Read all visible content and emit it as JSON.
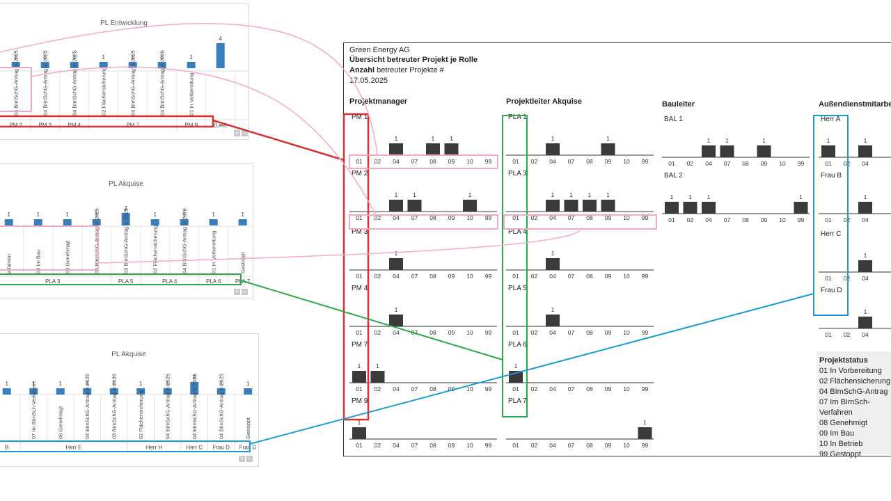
{
  "report": {
    "company": "Green Energy AG",
    "title": "Übersicht betreuter Projekt je Rolle",
    "subtitle_bold": "Anzahl",
    "subtitle_rest": "betreuter Projekte #",
    "date": "17.05.2025"
  },
  "status_codes": [
    "01",
    "02",
    "04",
    "07",
    "08",
    "09",
    "10",
    "99"
  ],
  "sections": [
    {
      "title": "Projektmanager",
      "key": "pm"
    },
    {
      "title": "Projektleiter Akquise",
      "key": "pla"
    },
    {
      "title": "Bauleiter",
      "key": "bal"
    },
    {
      "title": "Außendienstmitarbeiter",
      "key": "adm"
    }
  ],
  "legend": {
    "title": "Projektstatus",
    "items": [
      "01 In Vorbereitung",
      "02 Flächensicherung",
      "04 BImSchG-Antrag",
      "07 Im BImSch-Verfahren",
      "08 Genehmigt",
      "09 Im Bau",
      "10 In Betrieb",
      "99 Gestoppt"
    ]
  },
  "chart_data": [
    {
      "type": "bar",
      "section": "Projektmanager",
      "name": "PM 1",
      "categories": [
        "01",
        "02",
        "04",
        "07",
        "08",
        "09",
        "10",
        "99"
      ],
      "values": [
        0,
        0,
        1,
        0,
        1,
        1,
        0,
        0
      ]
    },
    {
      "type": "bar",
      "section": "Projektmanager",
      "name": "PM 2",
      "categories": [
        "01",
        "02",
        "04",
        "07",
        "08",
        "09",
        "10",
        "99"
      ],
      "values": [
        0,
        0,
        1,
        1,
        0,
        0,
        1,
        0
      ]
    },
    {
      "type": "bar",
      "section": "Projektmanager",
      "name": "PM 3",
      "categories": [
        "01",
        "02",
        "04",
        "07",
        "08",
        "09",
        "10",
        "99"
      ],
      "values": [
        0,
        0,
        1,
        0,
        0,
        0,
        0,
        0
      ]
    },
    {
      "type": "bar",
      "section": "Projektmanager",
      "name": "PM 4",
      "categories": [
        "01",
        "02",
        "04",
        "07",
        "08",
        "09",
        "10",
        "99"
      ],
      "values": [
        0,
        0,
        1,
        0,
        0,
        0,
        0,
        0
      ]
    },
    {
      "type": "bar",
      "section": "Projektmanager",
      "name": "PM 7",
      "categories": [
        "01",
        "02",
        "04",
        "07",
        "08",
        "09",
        "10",
        "99"
      ],
      "values": [
        1,
        1,
        0,
        0,
        0,
        0,
        0,
        0
      ]
    },
    {
      "type": "bar",
      "section": "Projektmanager",
      "name": "PM 9",
      "categories": [
        "01",
        "02",
        "04",
        "07",
        "08",
        "09",
        "10",
        "99"
      ],
      "values": [
        1,
        0,
        0,
        0,
        0,
        0,
        0,
        0
      ]
    },
    {
      "type": "bar",
      "section": "Projektleiter Akquise",
      "name": "PLA 1",
      "categories": [
        "01",
        "02",
        "04",
        "07",
        "08",
        "09",
        "10",
        "99"
      ],
      "values": [
        0,
        0,
        1,
        0,
        0,
        1,
        0,
        0
      ]
    },
    {
      "type": "bar",
      "section": "Projektleiter Akquise",
      "name": "PLA 3",
      "categories": [
        "01",
        "02",
        "04",
        "07",
        "08",
        "09",
        "10",
        "99"
      ],
      "values": [
        0,
        0,
        1,
        1,
        1,
        1,
        0,
        0
      ]
    },
    {
      "type": "bar",
      "section": "Projektleiter Akquise",
      "name": "PLA 4",
      "categories": [
        "01",
        "02",
        "04",
        "07",
        "08",
        "09",
        "10",
        "99"
      ],
      "values": [
        0,
        0,
        1,
        0,
        0,
        0,
        0,
        0
      ]
    },
    {
      "type": "bar",
      "section": "Projektleiter Akquise",
      "name": "PLA 5",
      "categories": [
        "01",
        "02",
        "04",
        "07",
        "08",
        "09",
        "10",
        "99"
      ],
      "values": [
        0,
        0,
        1,
        0,
        0,
        0,
        0,
        0
      ]
    },
    {
      "type": "bar",
      "section": "Projektleiter Akquise",
      "name": "PLA 6",
      "categories": [
        "01",
        "02",
        "04",
        "07",
        "08",
        "09",
        "10",
        "99"
      ],
      "values": [
        1,
        0,
        0,
        0,
        0,
        0,
        0,
        0
      ]
    },
    {
      "type": "bar",
      "section": "Projektleiter Akquise",
      "name": "PLA 7",
      "categories": [
        "01",
        "02",
        "04",
        "07",
        "08",
        "09",
        "10",
        "99"
      ],
      "values": [
        0,
        0,
        0,
        0,
        0,
        0,
        0,
        1
      ]
    },
    {
      "type": "bar",
      "section": "Bauleiter",
      "name": "BAL 1",
      "categories": [
        "01",
        "02",
        "04",
        "07",
        "08",
        "09",
        "10",
        "99"
      ],
      "values": [
        0,
        0,
        1,
        1,
        0,
        1,
        0,
        0
      ]
    },
    {
      "type": "bar",
      "section": "Bauleiter",
      "name": "BAL 2",
      "categories": [
        "01",
        "02",
        "04",
        "07",
        "08",
        "09",
        "10",
        "99"
      ],
      "values": [
        1,
        1,
        1,
        0,
        0,
        0,
        0,
        1
      ]
    },
    {
      "type": "bar",
      "section": "Außendienstmitarbeiter",
      "name": "Herr A",
      "categories": [
        "01",
        "02",
        "04"
      ],
      "values": [
        1,
        0,
        1
      ]
    },
    {
      "type": "bar",
      "section": "Außendienstmitarbeiter",
      "name": "Frau B",
      "categories": [
        "01",
        "02",
        "04"
      ],
      "values": [
        0,
        0,
        1
      ]
    },
    {
      "type": "bar",
      "section": "Außendienstmitarbeiter",
      "name": "Herr C",
      "categories": [
        "01",
        "02",
        "04"
      ],
      "values": [
        0,
        0,
        1
      ]
    },
    {
      "type": "bar",
      "section": "Außendienstmitarbeiter",
      "name": "Frau D",
      "categories": [
        "01",
        "02",
        "04"
      ],
      "values": [
        0,
        0,
        1
      ]
    },
    {
      "type": "bar",
      "title": "PL Entwicklung",
      "labels": [
        "04 BImSchG-Antrag in 2025",
        "04 BImSchG-Antrag in 2025",
        "04 BImSchG-Antrag in 2025",
        "02 Flächensicherung",
        "04 BImSchG-Antrag in 2025",
        "04 BImSchG-Antrag in 2026",
        "01 In Vorbereitung",
        ""
      ],
      "values": [
        1,
        1,
        1,
        1,
        1,
        1,
        1,
        4
      ],
      "groups": [
        {
          "label": "PM 2",
          "span": 1
        },
        {
          "label": "PM 3",
          "span": 1
        },
        {
          "label": "PM 4",
          "span": 1
        },
        {
          "label": "PM 7",
          "span": 3
        },
        {
          "label": "PM 9",
          "span": 1
        },
        {
          "label": "(Lee)",
          "span": 1
        }
      ]
    },
    {
      "type": "bar",
      "title": "PL Akquise",
      "labels": [
        "erfahren",
        "09 Im Bau",
        "08 Genehmigt",
        "04 BImSchG-Antrag in 2025",
        "03 BImSchG-Antrag in 2025",
        "02 Flächensicherung",
        "04 BImSchG-Antrag in 2026",
        "01 In Vorbereitung",
        "Gestoppt"
      ],
      "values": [
        1,
        1,
        1,
        1,
        2,
        1,
        1,
        1,
        1
      ],
      "groups": [
        {
          "label": "PLA 3",
          "span": 4
        },
        {
          "label": "PLA 5",
          "span": 1
        },
        {
          "label": "PLA 4",
          "span": 2
        },
        {
          "label": "PLA 6",
          "span": 1
        },
        {
          "label": "PLA 7",
          "span": 1
        }
      ]
    },
    {
      "type": "bar",
      "title": "PL Akquise",
      "labels": [
        "",
        "07 Im BImSch-Verfahren",
        "08 Genehmigt",
        "04 BImSchG-Antrag in 2025",
        "03 BImSchG-Antrag in 2026",
        "02 Flächensicherung",
        "04 BImSchG-Antrag in 2025",
        "04 BImSchG-Antrag in 2025",
        "04 BImSchG-Antrag in 2025",
        "Gestoppt"
      ],
      "values": [
        1,
        1,
        1,
        1,
        1,
        1,
        1,
        2,
        1,
        1
      ],
      "groups": [
        {
          "label": "B",
          "span": 1
        },
        {
          "label": "Herr E",
          "span": 4
        },
        {
          "label": "Herr H",
          "span": 2
        },
        {
          "label": "Herr C",
          "span": 1
        },
        {
          "label": "Frau D",
          "span": 1
        },
        {
          "label": "Frau G",
          "span": 1
        }
      ]
    }
  ],
  "colors": {
    "report_bar": "#3a3a3a",
    "panel_bar": "#3a7fbd",
    "red": "#d83030",
    "green": "#2aa84a",
    "blue": "#1a9bd8",
    "pink": "#f4a9c6"
  }
}
